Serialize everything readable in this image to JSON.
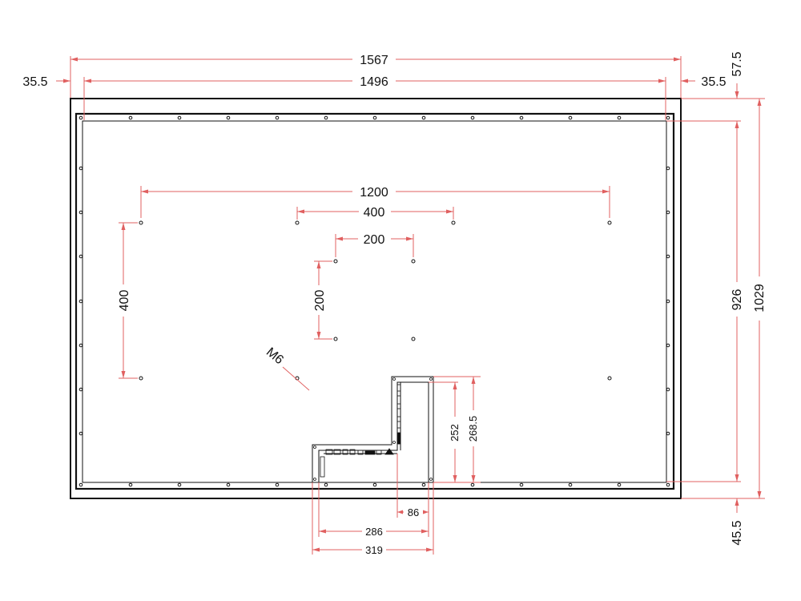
{
  "drawing": {
    "line_color": "#e06060",
    "outline_color": "#111111",
    "dimensions": {
      "overall_width": "1567",
      "panel_width": "1496",
      "side_margin_left": "35.5",
      "side_margin_right": "35.5",
      "top_margin": "57.5",
      "bottom_margin": "45.5",
      "panel_height": "926",
      "overall_height": "1029",
      "vesa_outer_width": "1200",
      "vesa_outer_height": "400",
      "vesa_mid_width": "400",
      "vesa_inner_width": "200",
      "vesa_inner_height": "200",
      "thread": "M6",
      "io_height_1": "252",
      "io_height_2": "268.5",
      "io_width_1": "86",
      "io_width_2": "286",
      "io_width_3": "319"
    }
  }
}
